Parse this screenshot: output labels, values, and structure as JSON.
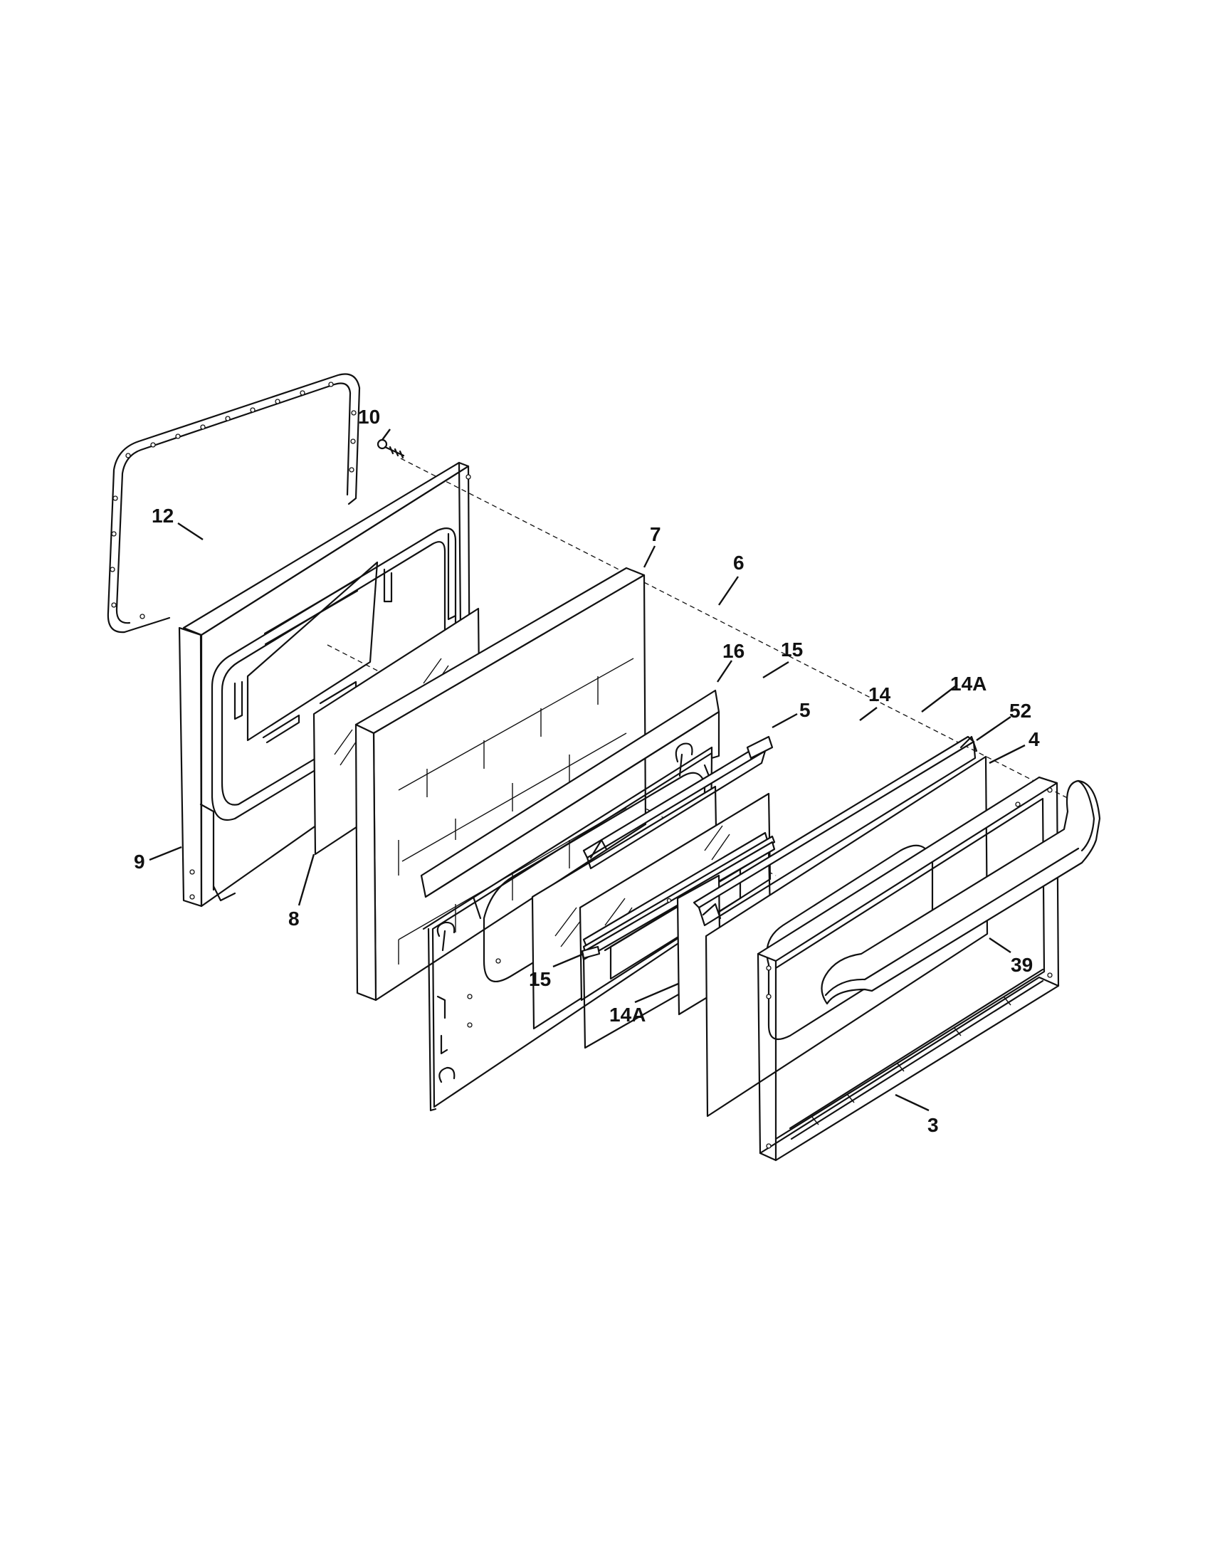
{
  "diagram": {
    "callouts": [
      {
        "id": "c10",
        "label": "10"
      },
      {
        "id": "c12",
        "label": "12"
      },
      {
        "id": "c7",
        "label": "7"
      },
      {
        "id": "c6",
        "label": "6"
      },
      {
        "id": "c16",
        "label": "16"
      },
      {
        "id": "c15a",
        "label": "15"
      },
      {
        "id": "c14",
        "label": "14"
      },
      {
        "id": "c5",
        "label": "5"
      },
      {
        "id": "c14Aa",
        "label": "14A"
      },
      {
        "id": "c52",
        "label": "52"
      },
      {
        "id": "c4",
        "label": "4"
      },
      {
        "id": "c9",
        "label": "9"
      },
      {
        "id": "c8",
        "label": "8"
      },
      {
        "id": "c39",
        "label": "39"
      },
      {
        "id": "c15b",
        "label": "15"
      },
      {
        "id": "c14Ab",
        "label": "14A"
      },
      {
        "id": "c3",
        "label": "3"
      }
    ]
  }
}
